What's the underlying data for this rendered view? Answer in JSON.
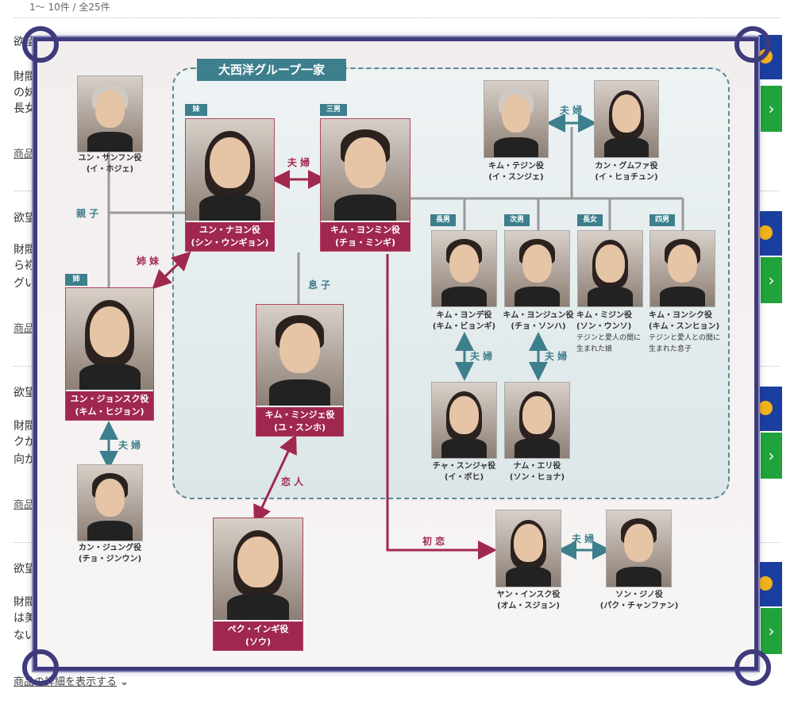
{
  "listing": {
    "count_text": "1〜 10件 / 全25件",
    "items": [
      {
        "title": "欲望",
        "desc": [
          "財閥",
          "の妹",
          "長女"
        ],
        "link": "商品"
      },
      {
        "title": "欲望",
        "desc": [
          "財閥",
          "ら袮",
          "グい"
        ],
        "link": "商品"
      },
      {
        "title": "欲望",
        "desc": [
          "財閥",
          "クが",
          "向か"
        ],
        "link": "商品"
      },
      {
        "title": "欲望",
        "desc": [
          "財閥",
          "は美",
          "ない"
        ],
        "link": "商品"
      }
    ],
    "more_link": "商品の詳細を表示する",
    "more_chevron": "⌄"
  },
  "diagram": {
    "group_title": "大西洋グループ一家",
    "relations": {
      "oyako": "親 子",
      "shimai": "姉 妹",
      "fuufu": "夫 婦",
      "musuko": "息 子",
      "koibito": "恋 人",
      "hatsukoi": "初 恋"
    },
    "tags": {
      "imouto": "妹",
      "ane": "姉",
      "sannan": "三男",
      "chounan": "長男",
      "jinan": "次男",
      "choujo": "長女",
      "yonnan": "四男"
    },
    "people": {
      "yun_sanfun": {
        "role": "ユン・サンフン役",
        "actor": "(イ・ホジェ)"
      },
      "yun_nayon": {
        "role": "ユン・ナヨン役",
        "actor": "(シン・ウンギョン)"
      },
      "kim_yonmin": {
        "role": "キム・ヨンミン役",
        "actor": "(チョ・ミンギ)"
      },
      "yun_jonsuku": {
        "role": "ユン・ジョンスク役",
        "actor": "(キム・ヒジョン)"
      },
      "kim_minje": {
        "role": "キム・ミンジェ役",
        "actor": "(ユ・スンホ)"
      },
      "kan_jungu": {
        "role": "カン・ジュング役",
        "actor": "(チョ・ジンウン)"
      },
      "pek_ingi": {
        "role": "ペク・インギ役",
        "actor": "(ソウ)"
      },
      "kim_tejin": {
        "role": "キム・テジン役",
        "actor": "(イ・スンジェ)"
      },
      "kan_gumfa": {
        "role": "カン・グムファ役",
        "actor": "(イ・ヒョチュン)"
      },
      "kim_yonde": {
        "role": "キム・ヨンデ役",
        "actor": "(キム・ビョンギ)"
      },
      "kim_yonjun": {
        "role": "キム・ヨンジュン役",
        "actor": "(チョ・ソンハ)"
      },
      "kim_mijin": {
        "role": "キム・ミジン役",
        "actor": "(ソン・ウンソ)",
        "note": "テジンと愛人の間に生まれた娘"
      },
      "kim_yonshiku": {
        "role": "キム・ヨンシク役",
        "actor": "(キム・スンヒョン)",
        "note": "テジンと愛人との間に生まれた息子"
      },
      "cha_sunja": {
        "role": "チャ・スンジャ役",
        "actor": "(イ・ボヒ)"
      },
      "nam_eri": {
        "role": "ナム・エリ役",
        "actor": "(ソン・ヒョナ)"
      },
      "yan_insuku": {
        "role": "ヤン・インスク役",
        "actor": "(オム・スジョン)"
      },
      "son_jino": {
        "role": "ソン・ジノ役",
        "actor": "(パク・チャンファン)"
      }
    }
  },
  "colors": {
    "accent_teal": "#3d7f8c",
    "accent_red": "#a0284f",
    "frame": "#3e3b7d"
  }
}
